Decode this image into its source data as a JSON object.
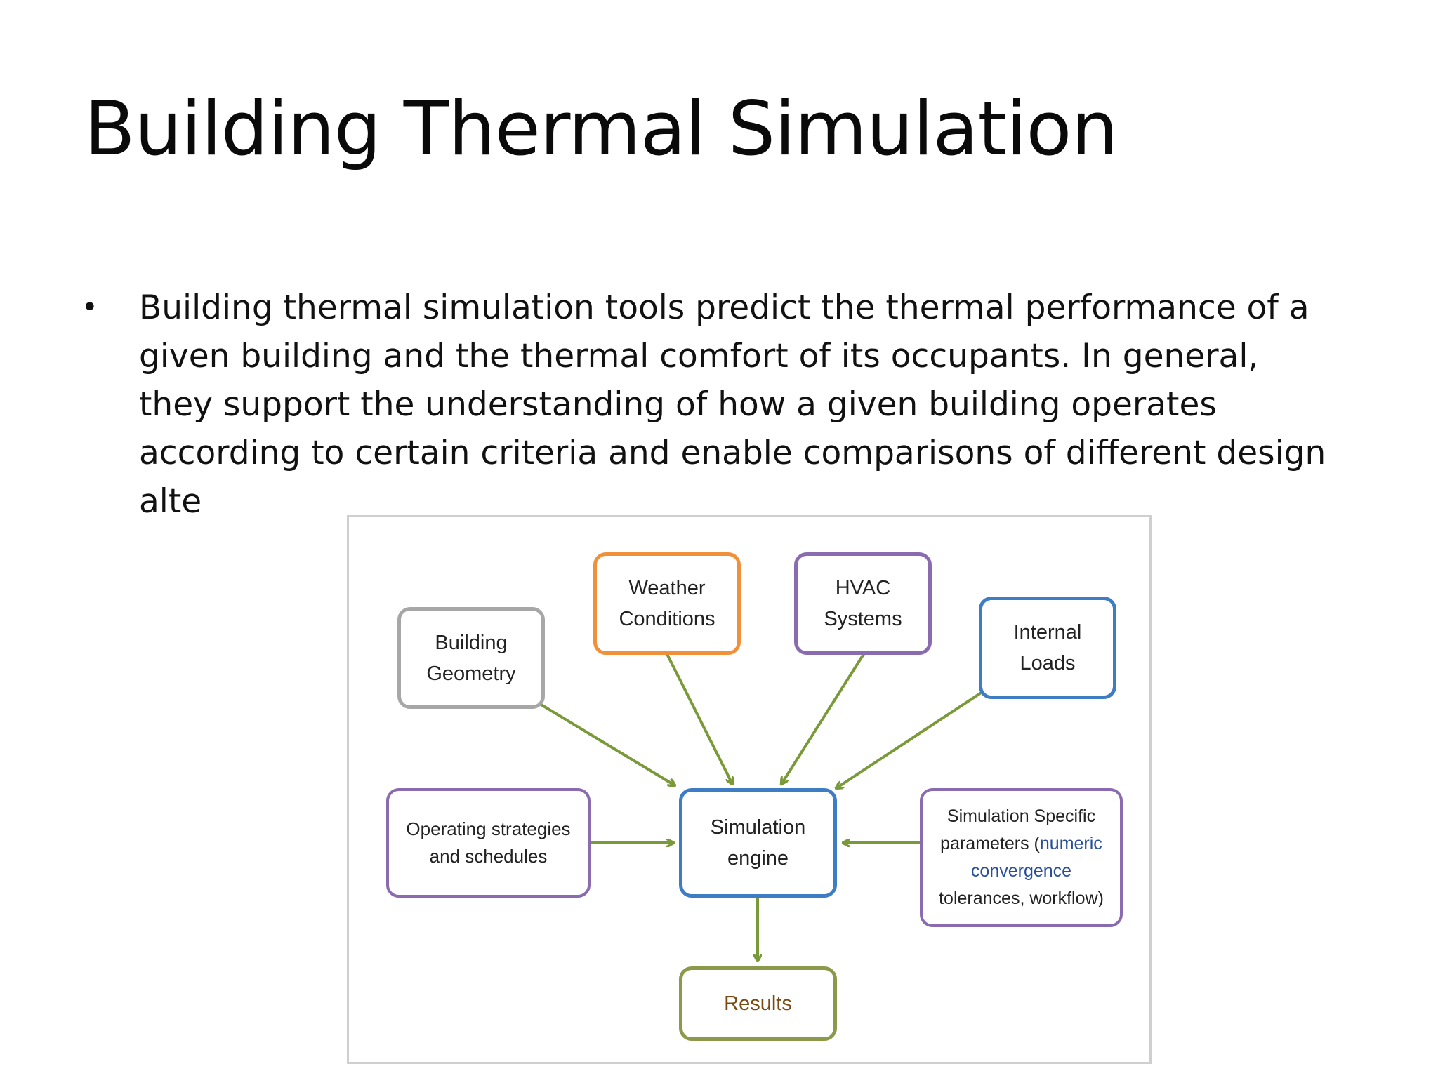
{
  "slide": {
    "title": "Building Thermal Simulation",
    "bullet_symbol": "•",
    "bullet_text": "Building thermal simulation tools predict the thermal performance of a given building and the thermal comfort of its occupants. In general, they support the understanding of how a given building operates according to certain criteria and enable comparisons of different design alte"
  },
  "diagram": {
    "nodes": {
      "geometry": [
        "Building",
        "Geometry"
      ],
      "weather": [
        "Weather",
        "Conditions"
      ],
      "hvac": [
        "HVAC",
        "Systems"
      ],
      "internal": [
        "Internal",
        "Loads"
      ],
      "operating": [
        "Operating strategies",
        "and schedules"
      ],
      "engine": [
        "Simulation",
        "engine"
      ],
      "params": [
        "Simulation Specific",
        "parameters (",
        "numeric",
        "convergence",
        "tolerances, workflow)"
      ],
      "results": "Results"
    },
    "colors": {
      "arrow": "#7a9a3a",
      "gray_border": "#a7a7a7",
      "orange_border": "#f0913a",
      "purple_border": "#8a6bb0",
      "blue_border": "#3e7dc4",
      "olive_border": "#8a9a4a",
      "frame_border": "#cfcfcf"
    }
  }
}
